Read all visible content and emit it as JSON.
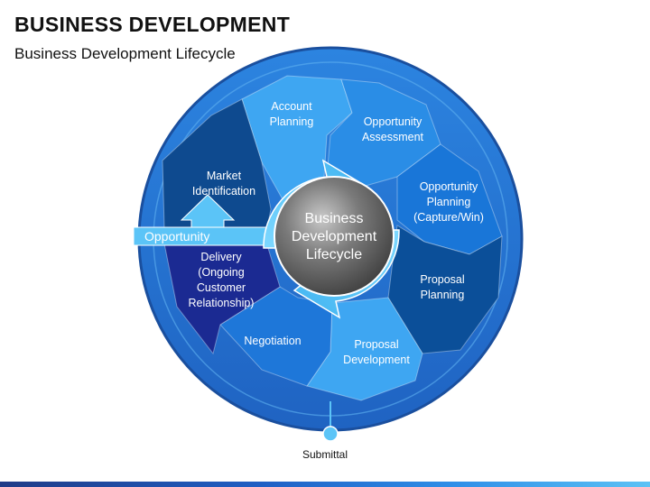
{
  "header": {
    "title": "BUSINESS DEVELOPMENT",
    "subtitle": "Business Development Lifecycle"
  },
  "diagram": {
    "center_label": [
      "Business",
      "Development",
      "Lifecycle"
    ],
    "opportunity_label": "Opportunity",
    "submittal_label": "Submittal",
    "segments": [
      {
        "id": "account-planning",
        "lines": [
          "Account",
          "Planning"
        ],
        "color": "#3ea6f2"
      },
      {
        "id": "opportunity-assessment",
        "lines": [
          "Opportunity",
          "Assessment"
        ],
        "color": "#2a8de6"
      },
      {
        "id": "opportunity-planning",
        "lines": [
          "Opportunity",
          "Planning",
          "(Capture/Win)"
        ],
        "color": "#1976d8"
      },
      {
        "id": "proposal-planning",
        "lines": [
          "Proposal",
          "Planning"
        ],
        "color": "#0b4f99"
      },
      {
        "id": "proposal-development",
        "lines": [
          "Proposal",
          "Development"
        ],
        "color": "#3ea6f2"
      },
      {
        "id": "negotiation",
        "lines": [
          "Negotiation"
        ],
        "color": "#1e77d9"
      },
      {
        "id": "delivery",
        "lines": [
          "Delivery",
          "(Ongoing",
          "Customer",
          "Relationship)"
        ],
        "color": "#1b2a92"
      },
      {
        "id": "market-identification",
        "lines": [
          "Market",
          "Identification"
        ],
        "color": "#0e4a8f"
      }
    ],
    "colors": {
      "ring": "#2b79d6",
      "ring_edge": "#1a4f9e",
      "arrow": "#5bc4f7",
      "center_sphere": "#6b6b6b",
      "text": "#ffffff"
    }
  }
}
